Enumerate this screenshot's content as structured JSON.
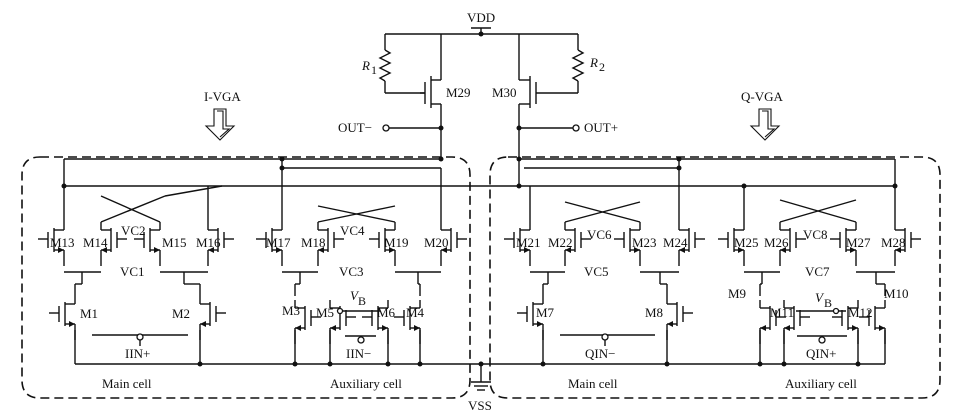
{
  "supply": {
    "vdd": "VDD",
    "vss": "VSS"
  },
  "load": {
    "r1": "R",
    "r1_sub": "1",
    "r2": "R",
    "r2_sub": "2",
    "m29": "M29",
    "m30": "M30"
  },
  "outputs": {
    "neg": "OUT−",
    "pos": "OUT+"
  },
  "blocks": {
    "i_vga": "I-VGA",
    "q_vga": "Q-VGA",
    "left_main": "Main cell",
    "left_aux": "Auxiliary cell",
    "right_main": "Main cell",
    "right_aux": "Auxiliary cell"
  },
  "inputs": {
    "iin_pos": "IIN+",
    "iin_neg": "IIN−",
    "qin_neg": "QIN−",
    "qin_pos": "QIN+"
  },
  "bias": {
    "vb_left": "V",
    "vb_left_sub": "B",
    "vb_right": "V",
    "vb_right_sub": "B"
  },
  "controls": {
    "vc1": "VC1",
    "vc2": "VC2",
    "vc3": "VC3",
    "vc4": "VC4",
    "vc5": "VC5",
    "vc6": "VC6",
    "vc7": "VC7",
    "vc8": "VC8"
  },
  "transistors": {
    "m1": "M1",
    "m2": "M2",
    "m3": "M3",
    "m4": "M4",
    "m5": "M5",
    "m6": "M6",
    "m7": "M7",
    "m8": "M8",
    "m9": "M9",
    "m10": "M10",
    "m11": "M11",
    "m12": "M12",
    "m13": "M13",
    "m14": "M14",
    "m15": "M15",
    "m16": "M16",
    "m17": "M17",
    "m18": "M18",
    "m19": "M19",
    "m20": "M20",
    "m21": "M21",
    "m22": "M22",
    "m23": "M23",
    "m24": "M24",
    "m25": "M25",
    "m26": "M26",
    "m27": "M27",
    "m28": "M28"
  }
}
